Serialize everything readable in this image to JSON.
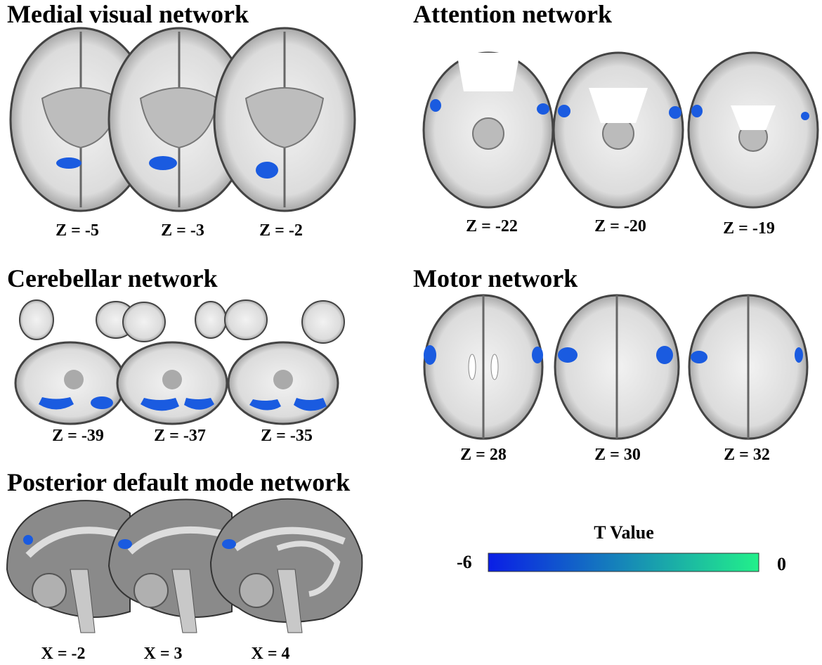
{
  "panels": {
    "medial_visual": {
      "title": "Medial visual network",
      "slices": [
        "Z = -5",
        "Z = -3",
        "Z = -2"
      ]
    },
    "attention": {
      "title": "Attention network",
      "slices": [
        "Z = -22",
        "Z = -20",
        "Z = -19"
      ]
    },
    "cerebellar": {
      "title": "Cerebellar network",
      "slices": [
        "Z = -39",
        "Z = -37",
        "Z = -35"
      ]
    },
    "motor": {
      "title": "Motor network",
      "slices": [
        "Z = 28",
        "Z = 30",
        "Z = 32"
      ]
    },
    "posterior_dmn": {
      "title": "Posterior default mode network",
      "slices": [
        "X = -2",
        "X = 3",
        "X = 4"
      ]
    }
  },
  "colorbar": {
    "title": "T Value",
    "min_label": "-6",
    "max_label": "0",
    "color_min": "#0a1ee6",
    "color_max": "#22f08a"
  },
  "colors": {
    "brain_gray": "#6e6e6e",
    "white_matter": "#eeeeee",
    "activation": "#1a5be0"
  }
}
